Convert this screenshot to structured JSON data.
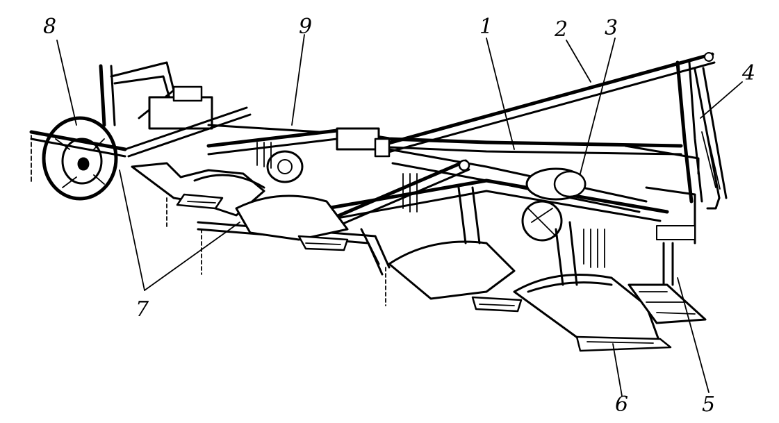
{
  "figure": {
    "labels": [
      {
        "id": "label-1",
        "text": "1"
      },
      {
        "id": "label-2",
        "text": "2"
      },
      {
        "id": "label-3",
        "text": "3"
      },
      {
        "id": "label-4",
        "text": "4"
      },
      {
        "id": "label-5",
        "text": "5"
      },
      {
        "id": "label-6",
        "text": "6"
      },
      {
        "id": "label-7",
        "text": "7"
      },
      {
        "id": "label-8",
        "text": "8"
      },
      {
        "id": "label-9",
        "text": "9"
      }
    ],
    "colors": {
      "ink": "#000000",
      "paper": "#ffffff"
    }
  }
}
